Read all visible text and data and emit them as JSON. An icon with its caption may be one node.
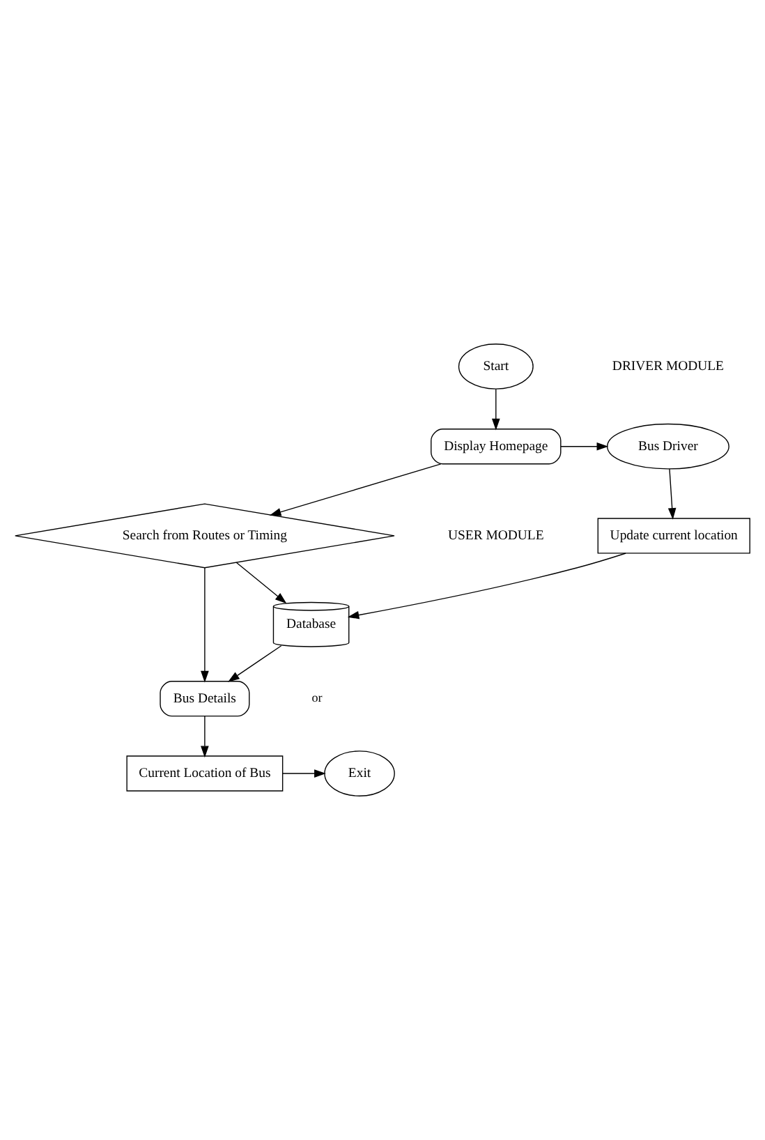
{
  "diagram": {
    "nodes": [
      {
        "text": [
          "Start"
        ]
      },
      {
        "text": [
          "Display Homepage"
        ]
      },
      {
        "text": [
          "Bus Driver"
        ]
      },
      {
        "text": [
          "Update current location"
        ]
      },
      {
        "text": [
          "Search from Routes or Timing"
        ]
      },
      {
        "text": [
          "Database"
        ]
      },
      {
        "text": [
          "Bus Details"
        ]
      },
      {
        "text": [
          "Current Location of Bus"
        ]
      },
      {
        "text": [
          "Exit"
        ]
      }
    ],
    "edges": [
      {
        "from": 0,
        "to": 1,
        "arrow": "to"
      },
      {
        "from": 1,
        "to": 2,
        "arrow": "to"
      },
      {
        "from": 2,
        "to": 3,
        "arrow": "to"
      },
      {
        "from": 3,
        "to": 5,
        "arrow": "to"
      },
      {
        "from": 1,
        "to": 4,
        "arrow": "to"
      },
      {
        "from": 4,
        "to": 5,
        "arrow": "to"
      },
      {
        "from": 4,
        "to": 6,
        "arrow": "to"
      },
      {
        "from": 5,
        "to": 6,
        "arrow": "to"
      },
      {
        "from": 6,
        "to": 7,
        "arrow": "to"
      },
      {
        "from": 7,
        "to": 8,
        "arrow": "to"
      }
    ],
    "labels": [
      "DRIVER MODULE",
      "USER MODULE",
      "or"
    ]
  }
}
